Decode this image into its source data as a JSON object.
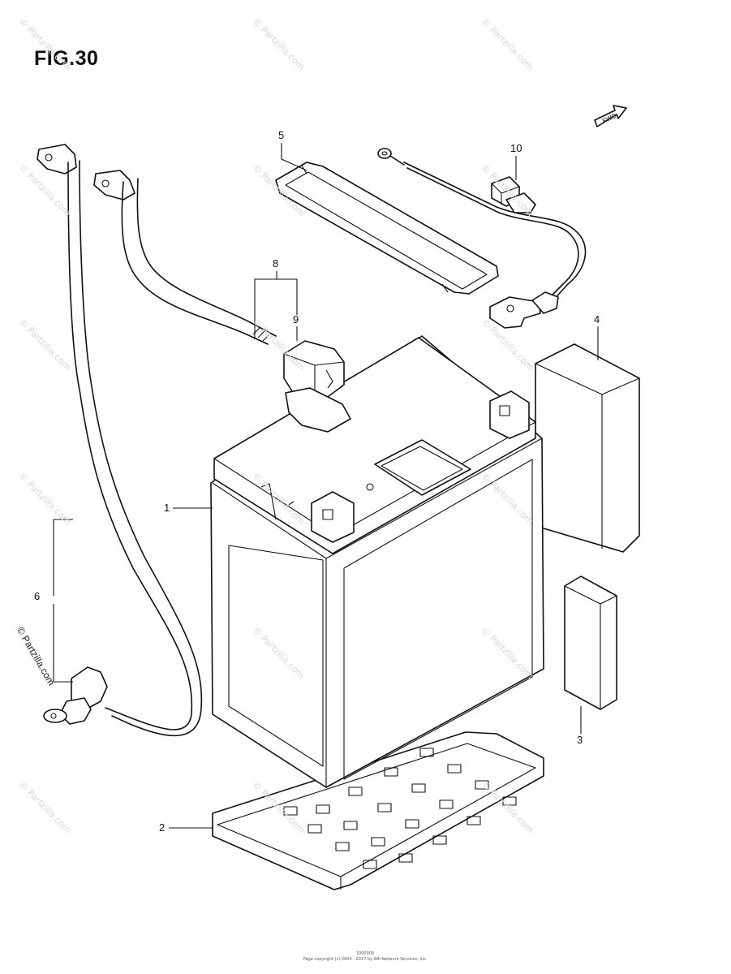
{
  "figure": {
    "title": "FIG.30"
  },
  "direction_marker": {
    "label": "FWD",
    "icon": "forward-arrow-icon"
  },
  "callouts": [
    {
      "number": "1"
    },
    {
      "number": "2"
    },
    {
      "number": "3"
    },
    {
      "number": "4"
    },
    {
      "number": "5"
    },
    {
      "number": "6"
    },
    {
      "number": "8"
    },
    {
      "number": "9"
    },
    {
      "number": "10"
    }
  ],
  "watermark": {
    "text": "© Partzilla.com"
  },
  "copyright_overlay": {
    "text": "© Partzilla.com"
  },
  "footer": {
    "code": "1000000",
    "notice": "Page copyright (c) 2004 - 2017 by ARI Network Services, Inc."
  }
}
